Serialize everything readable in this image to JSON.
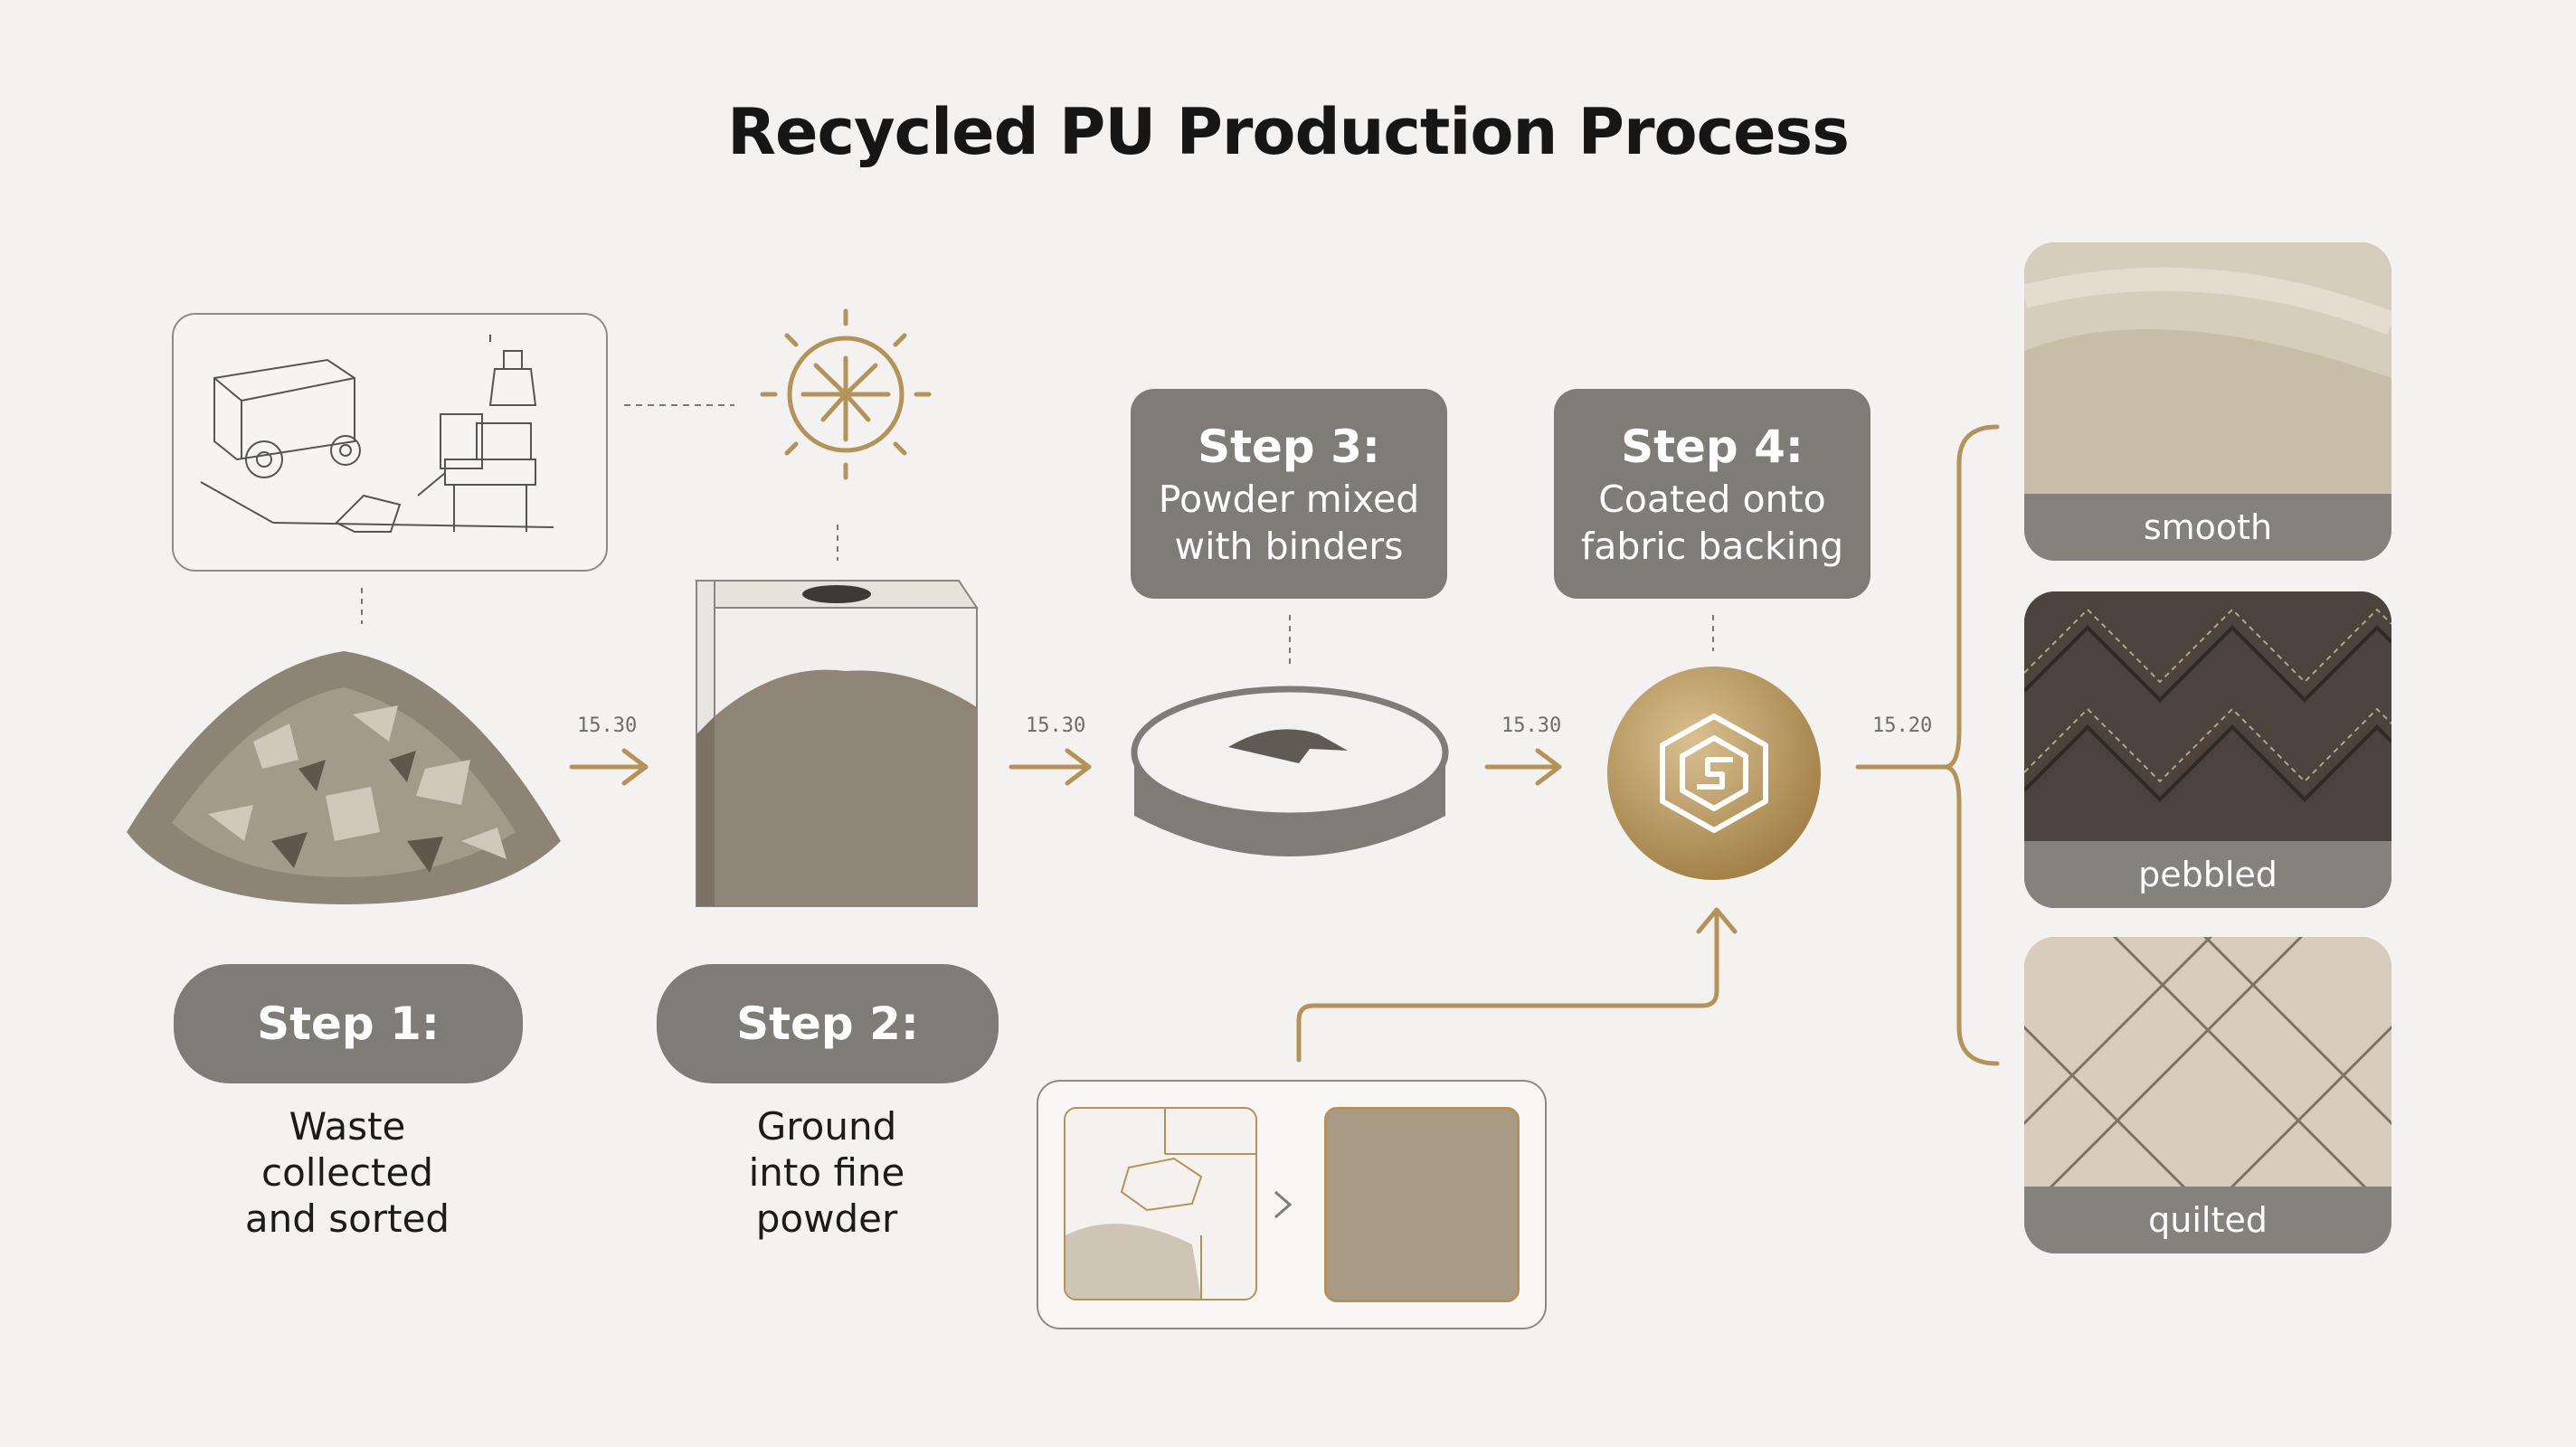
{
  "title": "Recycled PU Production Process",
  "steps": [
    {
      "label": "Step 1:",
      "desc_lines": [
        "Waste",
        "collected",
        "and sorted"
      ]
    },
    {
      "label": "Step 2:",
      "desc_lines": [
        "Ground",
        "into fine",
        "powder"
      ]
    },
    {
      "label": "Step 3:",
      "desc_lines": [
        "Powder mixed",
        "with binders"
      ]
    },
    {
      "label": "Step 4:",
      "desc_lines": [
        "Coated onto",
        "fabric backing"
      ]
    }
  ],
  "connector_labels": [
    "15.30",
    "15.30",
    "15.30",
    "15.20"
  ],
  "finishes": [
    {
      "label": "smooth",
      "color": "#d6cdbd"
    },
    {
      "label": "pebbled",
      "color": "#4a443c"
    },
    {
      "label": "quilted",
      "color": "#d8cdbb"
    }
  ],
  "colors": {
    "accent_gold": "#b49358",
    "pill_gray": "#7f7b76",
    "background": "#f3f2f0"
  },
  "icons": [
    "recycling-plant-sketch",
    "sunburst-icon",
    "waste-pile",
    "powder-container",
    "mixing-disc",
    "coating-logo-icon",
    "texture-comparison"
  ]
}
